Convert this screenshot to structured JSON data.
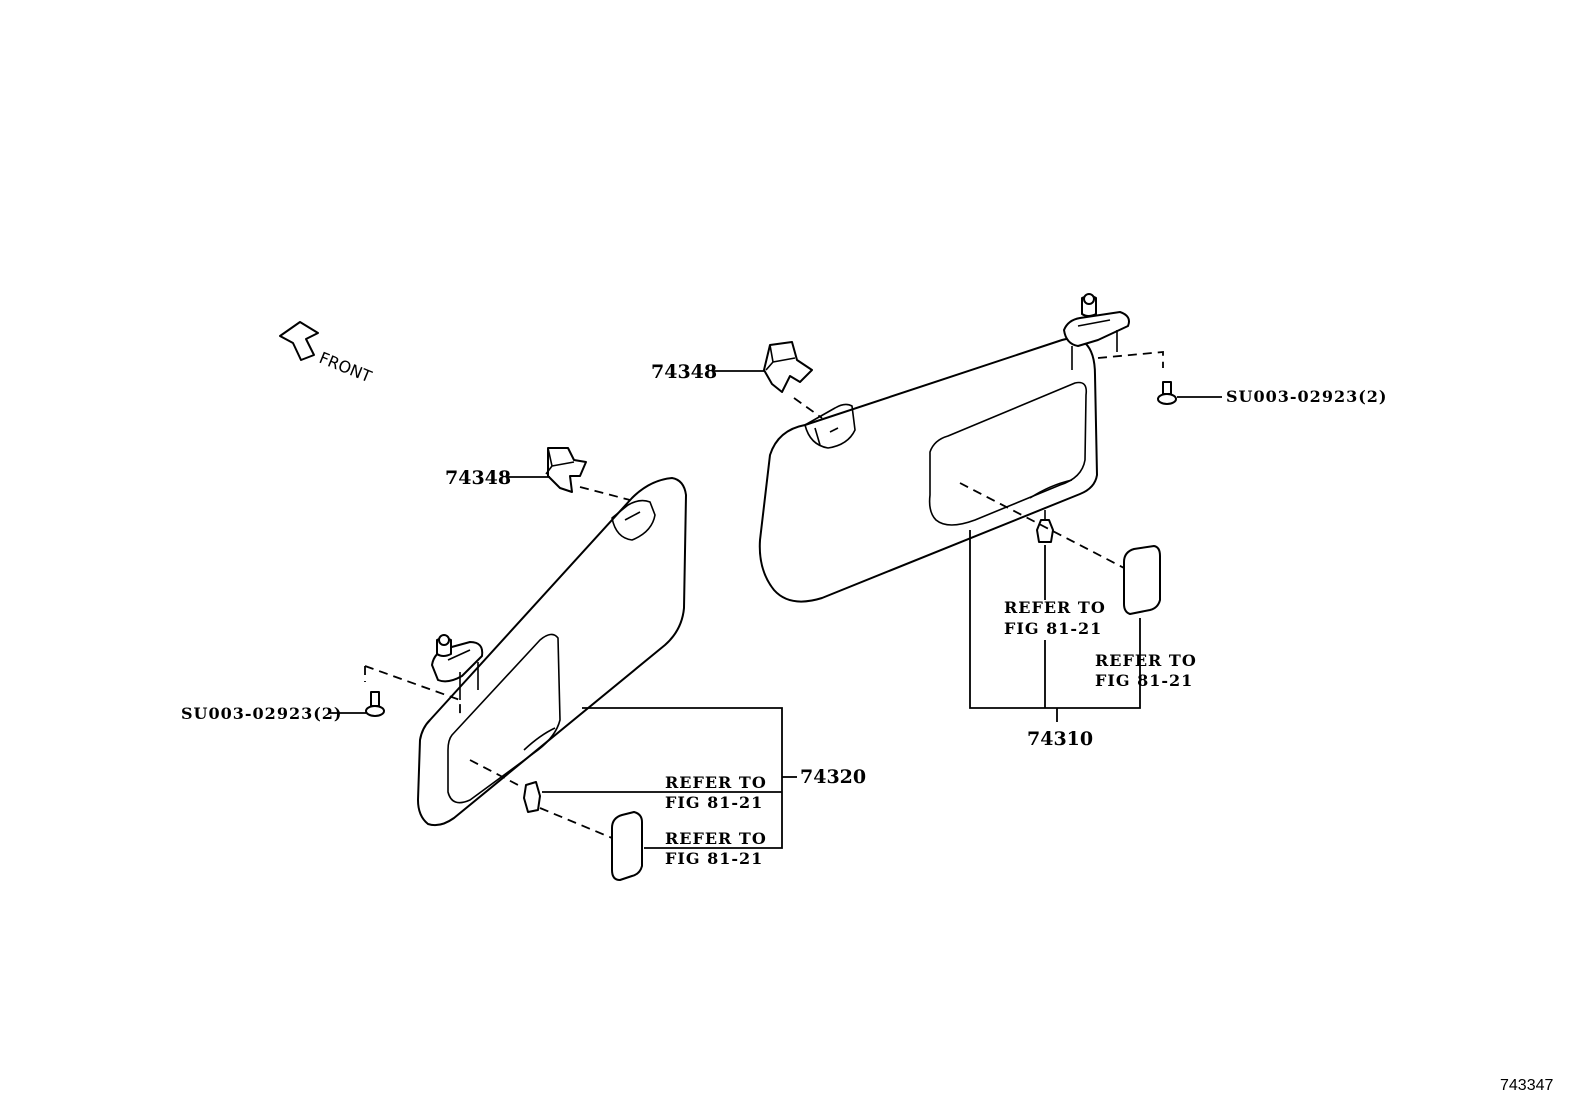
{
  "diagram": {
    "direction_label": "FRONT",
    "figure_id": "743347",
    "right_visor": {
      "part_number": "74310",
      "retainer_part": "74348",
      "screw_label": "SU003-02923(2)",
      "refer_bulb_line1": "REFER TO",
      "refer_bulb_line2": "FIG 81-21",
      "refer_lens_line1": "REFER TO",
      "refer_lens_line2": "FIG 81-21"
    },
    "left_visor": {
      "part_number": "74320",
      "retainer_part": "74348",
      "screw_label": "SU003-02923(2)",
      "refer_bulb_line1": "REFER TO",
      "refer_bulb_line2": "FIG 81-21",
      "refer_lens_line1": "REFER TO",
      "refer_lens_line2": "FIG 81-21"
    }
  }
}
